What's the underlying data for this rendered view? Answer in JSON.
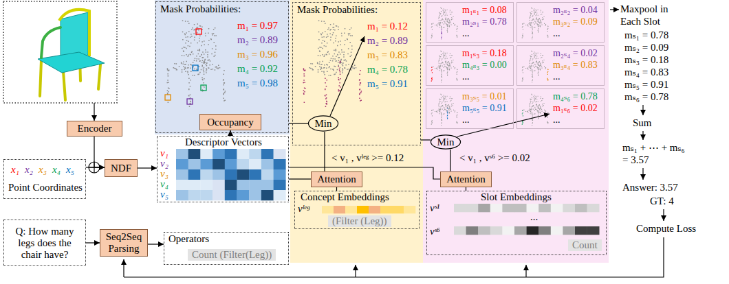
{
  "diagram": {
    "nodes": [
      {
        "text": [
          "Encoder"
        ]
      },
      {
        "text": [
          "NDF"
        ]
      },
      {
        "text": [
          "x₁",
          "x₂",
          "x₃",
          "x₄",
          "x₅",
          "Point Coordinates"
        ]
      },
      {
        "text": [
          "Q: How many legs does the chair have?"
        ]
      },
      {
        "text": [
          "Seq2Seq Parsing"
        ]
      },
      {
        "text": [
          "Mask Probabilities:",
          "m₁ = 0.97",
          "m₂ = 0.89",
          "m₃ = 0.96",
          "m₄ = 0.92",
          "m₅ = 0.98"
        ]
      },
      {
        "text": [
          "Occupancy"
        ],
        "in": 5
      },
      {
        "text": [
          "Descriptor Vectors",
          "v₁",
          "v₂",
          "v₃",
          "v₄",
          "v₅"
        ]
      },
      {
        "text": [
          "Operators",
          "Count (Filter(Leg))"
        ]
      },
      {
        "text": [
          "Mask Probabilities:",
          "m₁ = 0.12",
          "m₂ = 0.89",
          "m₃ = 0.83",
          "m₄ = 0.78",
          "m₅ = 0.91"
        ]
      },
      {
        "text": [
          "Min"
        ],
        "in": 9
      },
      {
        "text": [
          "Attention"
        ]
      },
      {
        "text": [
          "Concept Embeddings",
          "vˡᵉᵍ",
          "(Filter (Leg))"
        ]
      },
      {
        "text": [
          "m₁ₛ₁ = 0.08",
          "m₂ₛ₁ = 0.78",
          "..."
        ]
      },
      {
        "text": [
          "m₂ₛ₂ = 0.04",
          "m₃ₛ₂ = 0.09",
          "..."
        ]
      },
      {
        "text": [
          "m₁ₛ₃ = 0.18",
          "m₄ₛ₃ = 0.00",
          "..."
        ]
      },
      {
        "text": [
          "m₂ₛ₄ = 0.02",
          "m₃ₛ₄ = 0.83",
          "..."
        ]
      },
      {
        "text": [
          "m₃ₛ₅ = 0.01",
          "m₅ₛ₅ = 0.91",
          "..."
        ]
      },
      {
        "text": [
          "m₄ₛ₆ = 0.78",
          "m₁ₛ₆ = 0.02",
          "..."
        ]
      },
      {
        "text": [
          "Min"
        ]
      },
      {
        "text": [
          "Attention"
        ]
      },
      {
        "text": [
          "Slot Embeddings",
          "vˢ¹",
          "vˢ⁶",
          "...",
          "Count"
        ]
      }
    ],
    "edges": [
      {
        "from": 0,
        "to": 1,
        "arrow": "to"
      },
      {
        "from": 2,
        "to": 1,
        "arrow": "to"
      },
      {
        "from": 1,
        "to": 7,
        "arrow": "to"
      },
      {
        "from": 7,
        "to": 6,
        "arrow": "to"
      },
      {
        "from": 3,
        "to": 4,
        "arrow": "to"
      },
      {
        "from": 4,
        "to": 8,
        "arrow": "to"
      },
      {
        "from": 5,
        "to": 10,
        "arrow": "none"
      },
      {
        "from": 11,
        "to": 10,
        "arrow": "none"
      },
      {
        "from": 7,
        "to": 11,
        "arrow": "none"
      },
      {
        "from": 12,
        "to": 11,
        "arrow": "none"
      },
      {
        "from": 7,
        "to": 20,
        "arrow": "none"
      },
      {
        "from": 9,
        "to": 19,
        "arrow": "none"
      },
      {
        "from": 20,
        "to": 19,
        "arrow": "none"
      },
      {
        "from": 21,
        "to": 20,
        "arrow": "none"
      }
    ],
    "labels": [
      "< v₁ , vˡᵉᵍ >= 0.12",
      "< v₁ , vˢ⁶ >= 0.02",
      "Maxpool in Each Slot",
      "mₛ₁ = 0.78",
      "mₛ₂ = 0.09",
      "mₛ₃ = 0.18",
      "mₛ₄ = 0.83",
      "mₛ₅ = 0.91",
      "mₛ₆ = 0.78",
      "Sum",
      "mₛ₁ + ⋯ + mₛ₆ = 3.57",
      "Answer: 3.57",
      "GT: 4",
      "Compute Loss"
    ]
  }
}
